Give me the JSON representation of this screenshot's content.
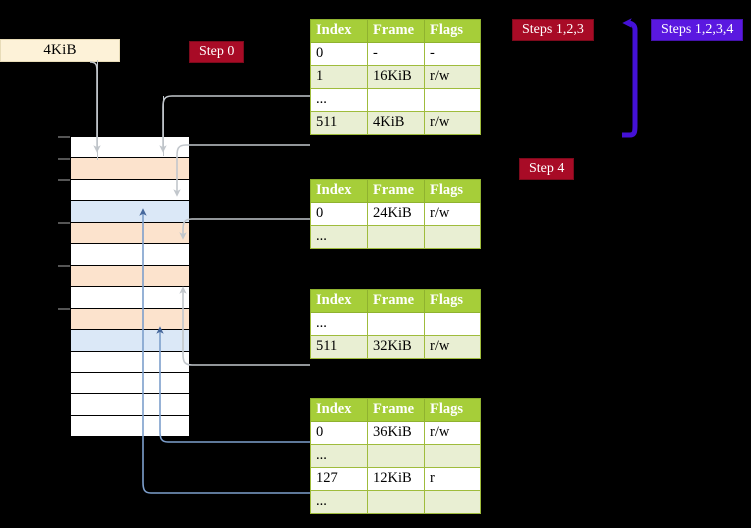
{
  "size_label": {
    "text": "4KiB"
  },
  "badges": [
    {
      "id": "step0",
      "label": "Step 0",
      "color": "#a80b26"
    },
    {
      "id": "steps123",
      "label": "Steps 1,2,3",
      "color": "#a80b26"
    },
    {
      "id": "steps1234",
      "label": "Steps 1,2,3,4",
      "color": "#5a18e0"
    },
    {
      "id": "step4",
      "label": "Step 4",
      "color": "#a80b26"
    }
  ],
  "tables": {
    "headers": [
      "Index",
      "Frame",
      "Flags"
    ],
    "level4": {
      "rows": [
        {
          "index": "0",
          "frame": "-",
          "flags": "-",
          "alt": false,
          "highlight": false
        },
        {
          "index": "1",
          "frame": "16KiB",
          "flags": "r/w",
          "alt": true,
          "highlight": false
        },
        {
          "index": "...",
          "frame": "",
          "flags": "",
          "alt": false,
          "highlight": false
        },
        {
          "index": "511",
          "frame": "4KiB",
          "flags": "r/w",
          "alt": true,
          "highlight": true
        }
      ]
    },
    "level3": {
      "rows": [
        {
          "index": "0",
          "frame": "24KiB",
          "flags": "r/w",
          "alt": false,
          "highlight": false
        },
        {
          "index": "...",
          "frame": "",
          "flags": "",
          "alt": true,
          "highlight": false
        }
      ]
    },
    "level2": {
      "rows": [
        {
          "index": "...",
          "frame": "",
          "flags": "",
          "alt": false,
          "highlight": false
        },
        {
          "index": "511",
          "frame": "32KiB",
          "flags": "r/w",
          "alt": true,
          "highlight": false
        }
      ]
    },
    "level1": {
      "rows": [
        {
          "index": "0",
          "frame": "36KiB",
          "flags": "r/w",
          "alt": false,
          "highlight": false
        },
        {
          "index": "...",
          "frame": "",
          "flags": "",
          "alt": true,
          "highlight": false
        },
        {
          "index": "127",
          "frame": "12KiB",
          "flags": "r",
          "alt": false,
          "highlight": false
        },
        {
          "index": "...",
          "frame": "",
          "flags": "",
          "alt": true,
          "highlight": false
        }
      ]
    }
  },
  "memory_grid": {
    "rows": [
      {
        "fill": "white"
      },
      {
        "fill": "orange"
      },
      {
        "fill": "white"
      },
      {
        "fill": "blue"
      },
      {
        "fill": "orange"
      },
      {
        "fill": "white"
      },
      {
        "fill": "orange"
      },
      {
        "fill": "white"
      },
      {
        "fill": "orange"
      },
      {
        "fill": "blue"
      },
      {
        "fill": "white"
      },
      {
        "fill": "white"
      },
      {
        "fill": "white"
      },
      {
        "fill": "white"
      }
    ]
  },
  "colors": {
    "table_header": "#a6ce39",
    "table_alt_row": "#e9efd3",
    "highlight": "#ffff99",
    "frame_orange": "#fce3cd",
    "frame_blue": "#dbe8f7",
    "badge_red": "#a80b26",
    "badge_blue": "#5a18e0",
    "wire_gray": "#bfc4c9",
    "wire_blue": "#7d9fcc",
    "size_box": "#fdf2d8",
    "background": "#000000"
  }
}
